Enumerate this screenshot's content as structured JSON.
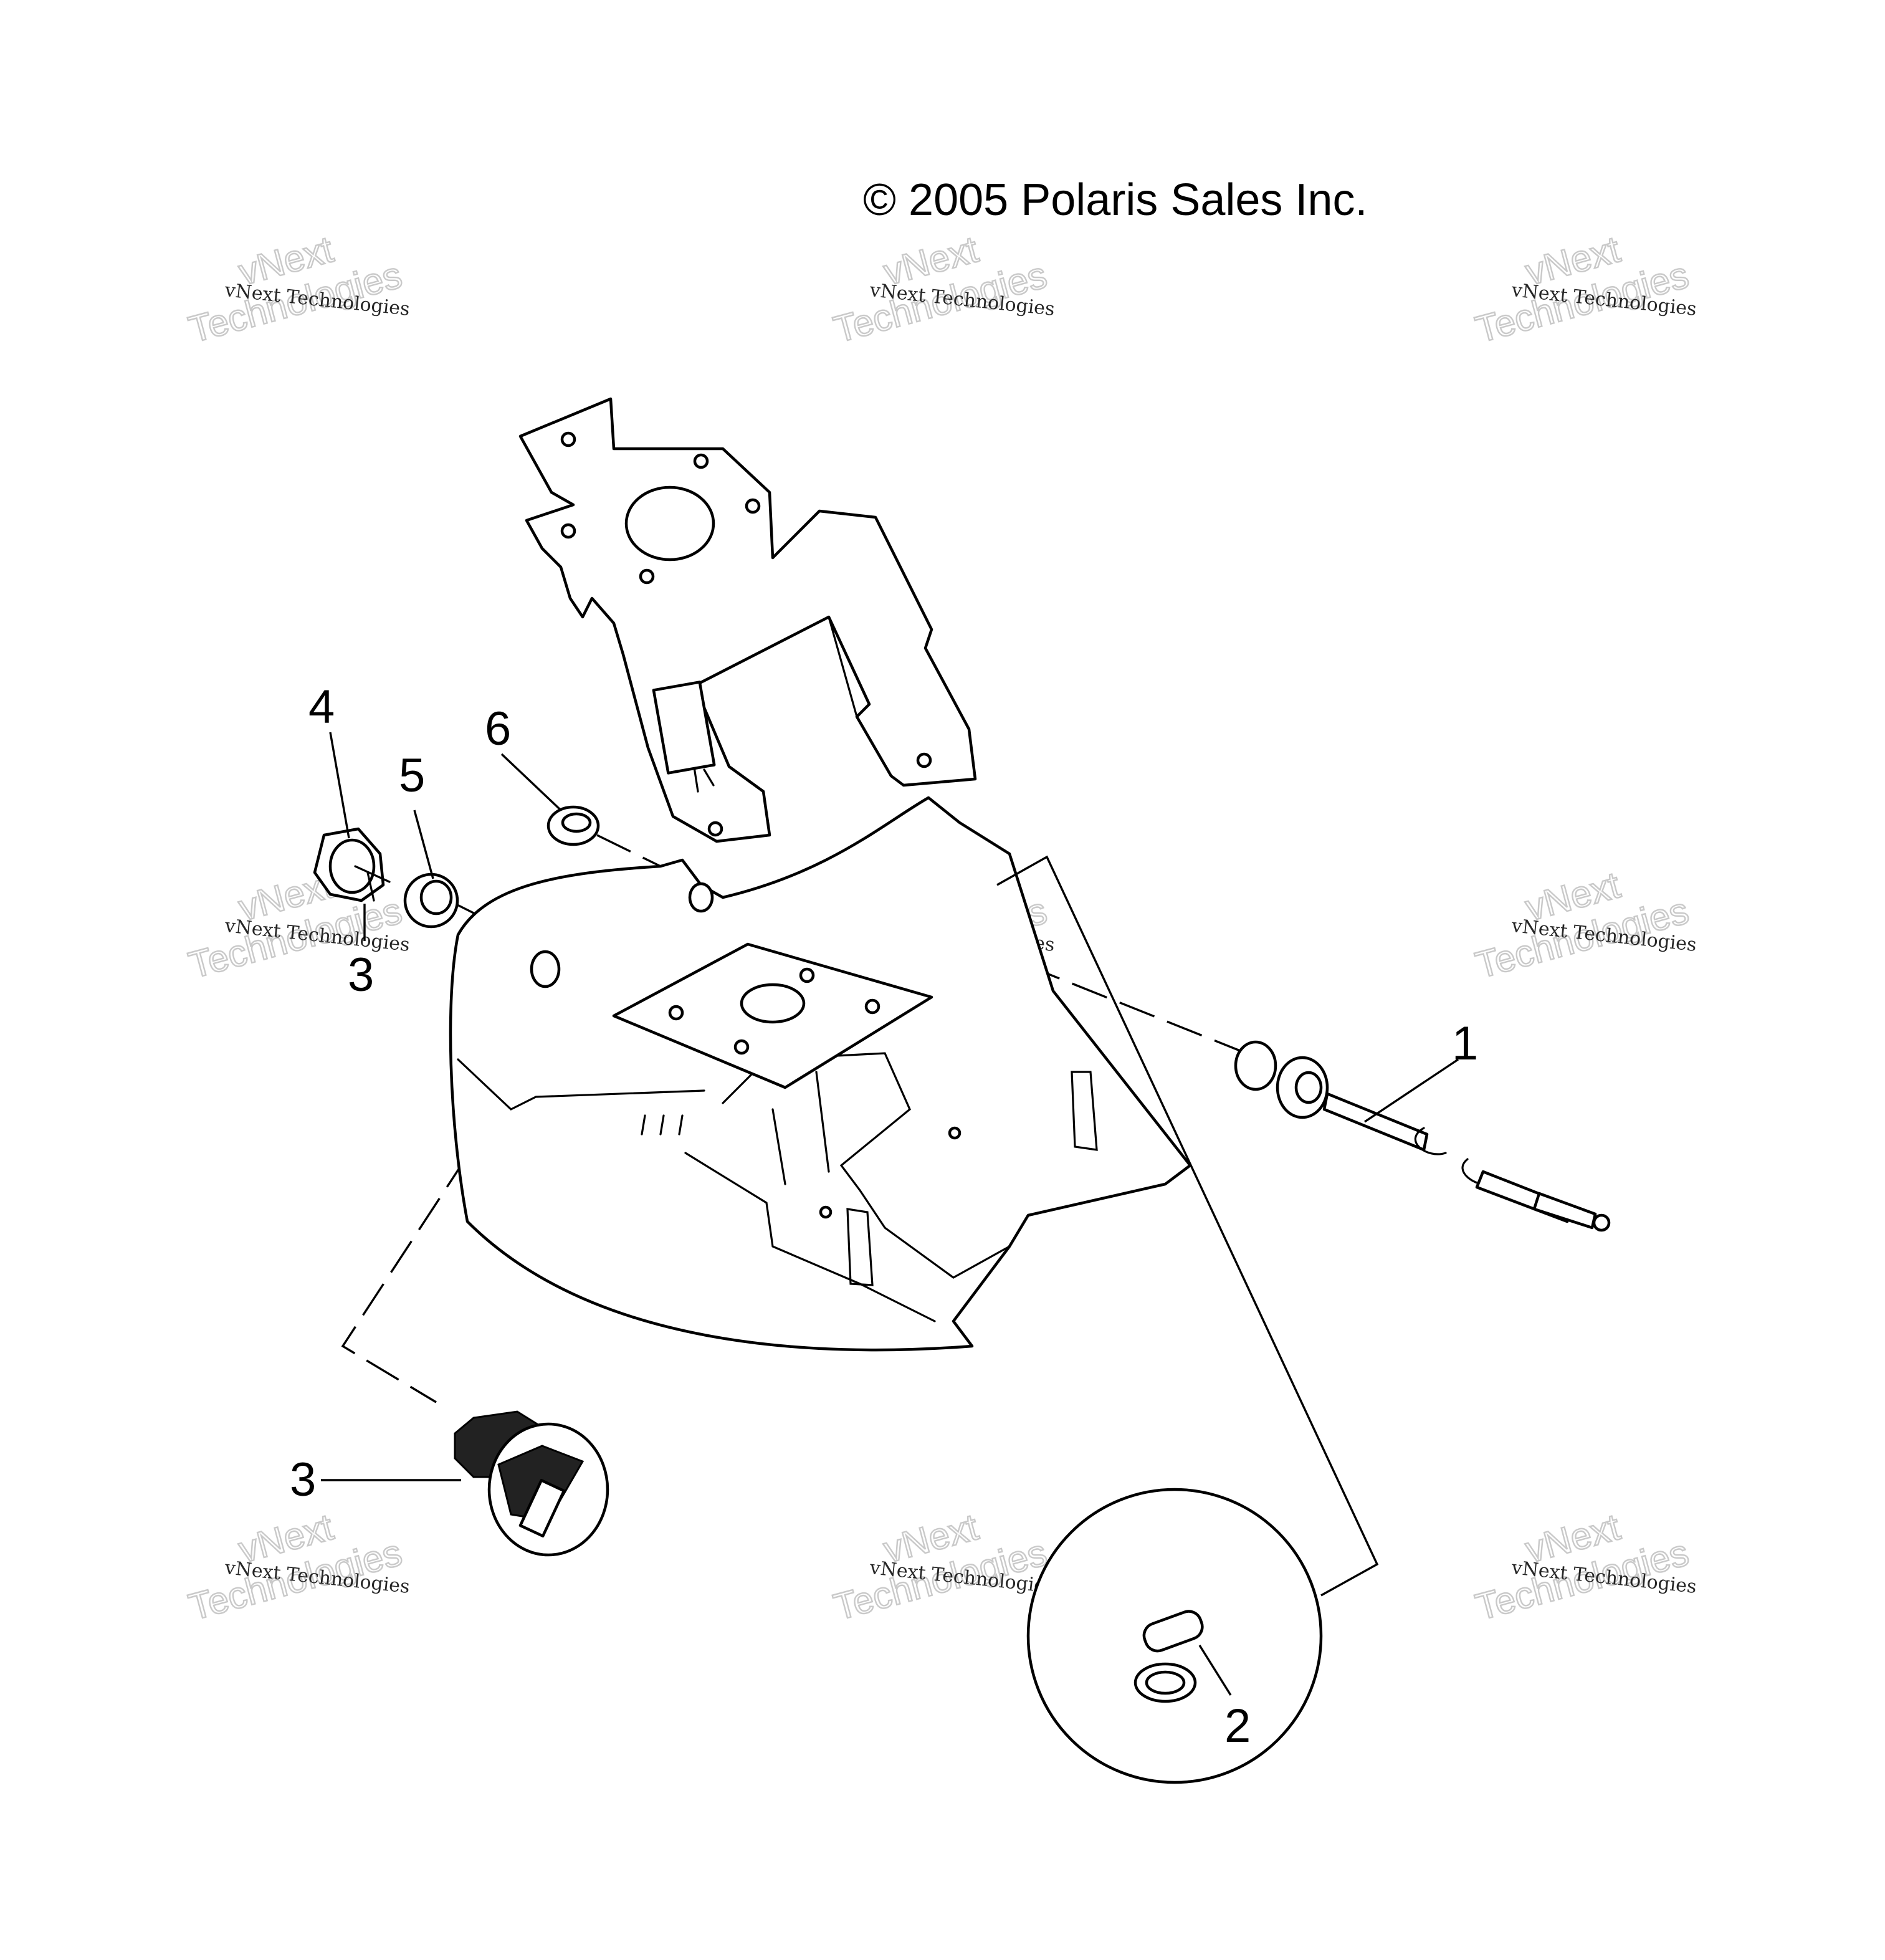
{
  "copyright": "© 2005 Polaris Sales Inc.",
  "watermark": {
    "small": "vNext Technologies",
    "big_top": "vNext",
    "big_bottom": "Technologies"
  },
  "callouts": {
    "part_1": "1",
    "part_2": "2",
    "part_3_upper": "3",
    "part_3_lower": "3",
    "part_4": "4",
    "part_5": "5",
    "part_6": "6"
  }
}
